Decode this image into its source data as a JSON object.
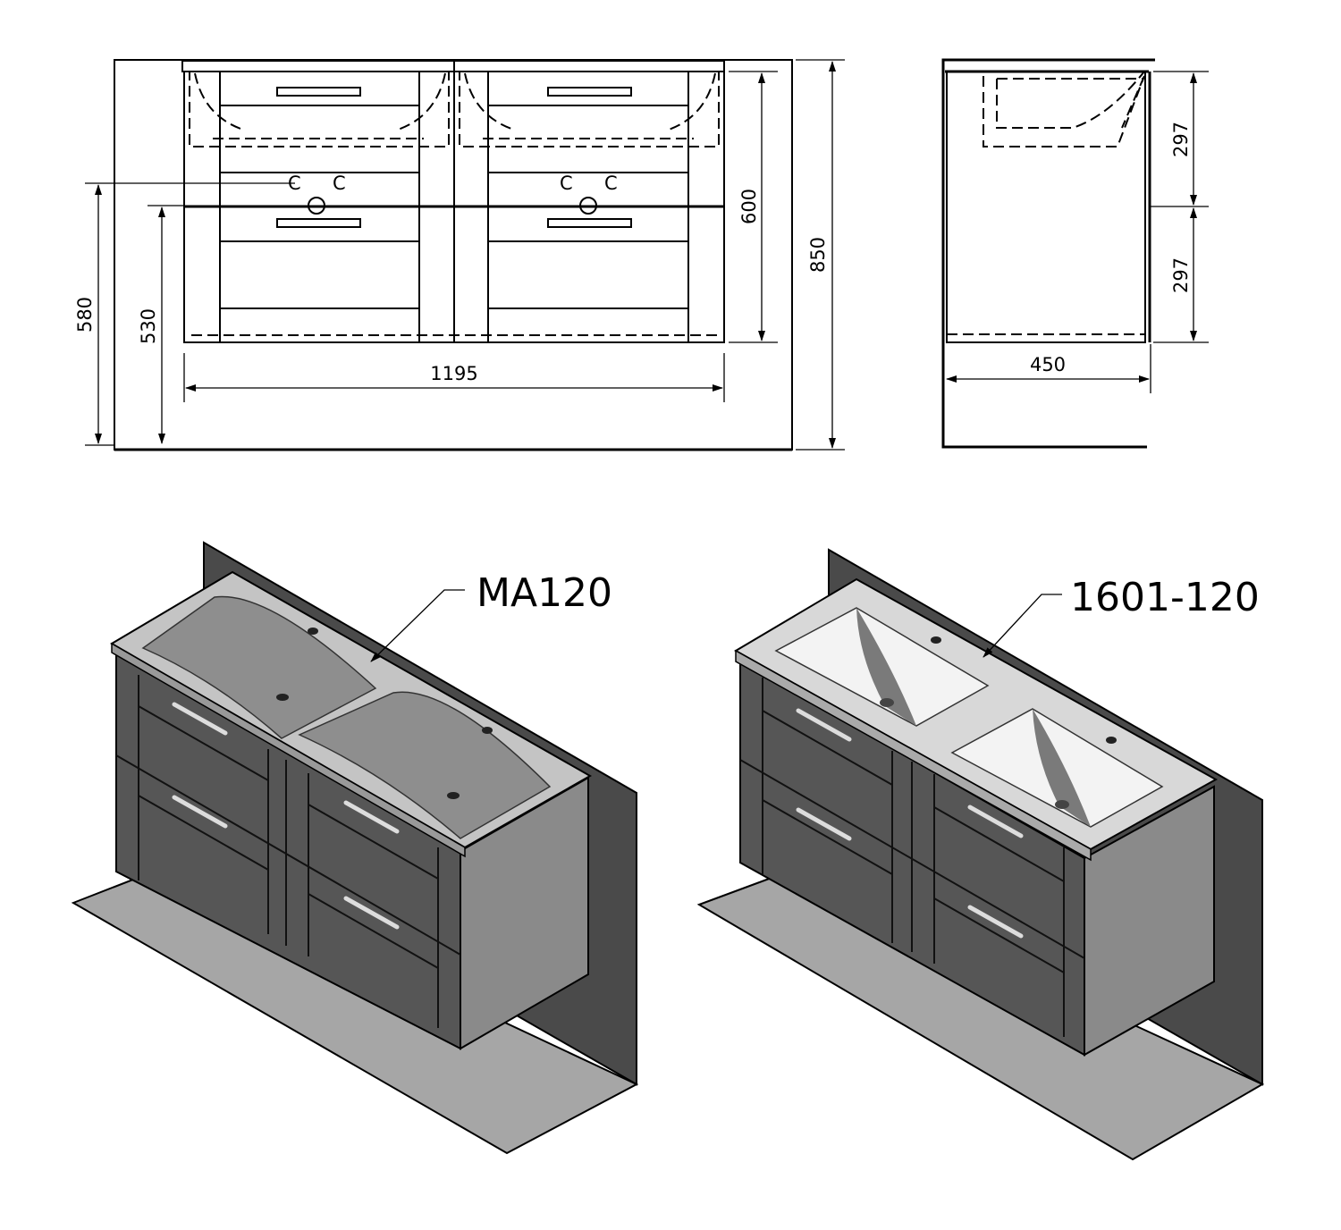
{
  "front_view": {
    "dimensions": {
      "width": "1195",
      "height_total": "850",
      "height_cabinet": "600",
      "height_580": "580",
      "height_530": "530"
    }
  },
  "side_view": {
    "dimensions": {
      "depth": "450",
      "drawer_upper": "297",
      "drawer_lower": "297"
    }
  },
  "iso_views": [
    {
      "label": "MA120"
    },
    {
      "label": "1601-120"
    }
  ],
  "colors": {
    "wall": "#4a4a4a",
    "floor": "#a6a6a6",
    "cabinet_front": "#565656",
    "cabinet_side": "#8a8a8a",
    "counter": "#c4c4c4",
    "basin": "#8e8e8e"
  }
}
